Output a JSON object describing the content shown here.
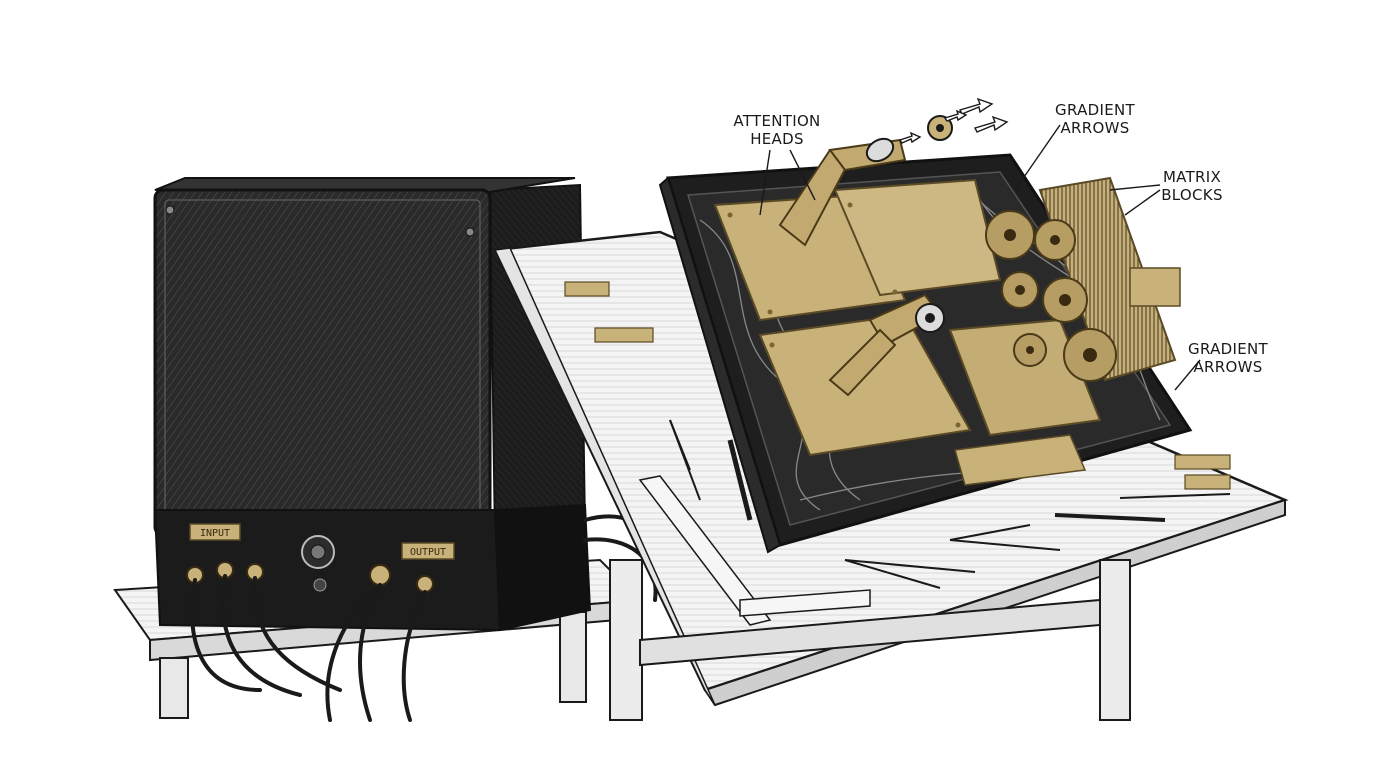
{
  "illustration": {
    "box_labels": {
      "input": "INPUT",
      "output": "OUTPUT"
    },
    "annotations": {
      "attention_heads": [
        "ATTENTION",
        "HEADS"
      ],
      "gradient_arrows_top": [
        "GRADIENT",
        "ARROWS"
      ],
      "matrix_blocks": [
        "MATRIX",
        "BLOCKS"
      ],
      "gradient_arrows_side": [
        "GRADIENT",
        "ARROWS"
      ]
    }
  },
  "colors": {
    "ink": "#1a1a1a",
    "box_dark": "#232323",
    "brass": "#c9b27a",
    "brass_dark": "#8a7440",
    "paper": "#ffffff",
    "wood": "#f2f2f2"
  }
}
